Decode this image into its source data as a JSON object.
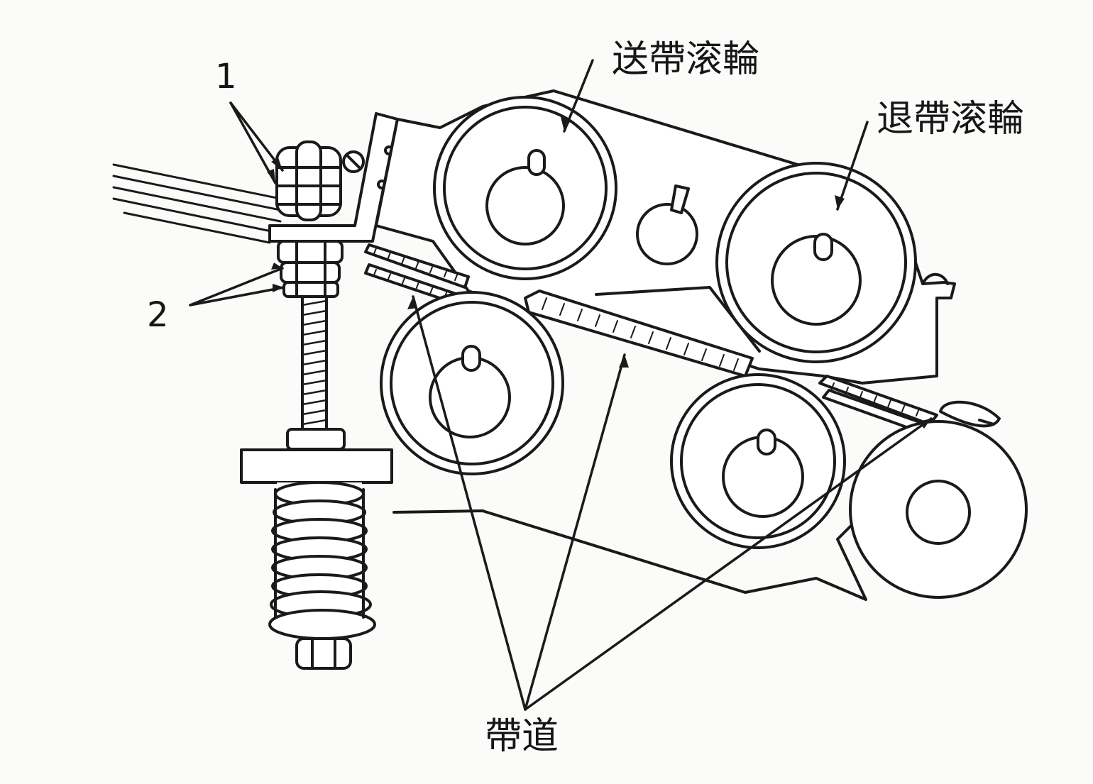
{
  "labels": {
    "feed_roller": "送帶滚輪",
    "return_roller": "退帶滚輪",
    "belt_path": "帶道",
    "part_1": "1",
    "part_2": "2"
  },
  "colors": {
    "ink": "#1a1a1a",
    "paper": "#fbfbf9"
  }
}
